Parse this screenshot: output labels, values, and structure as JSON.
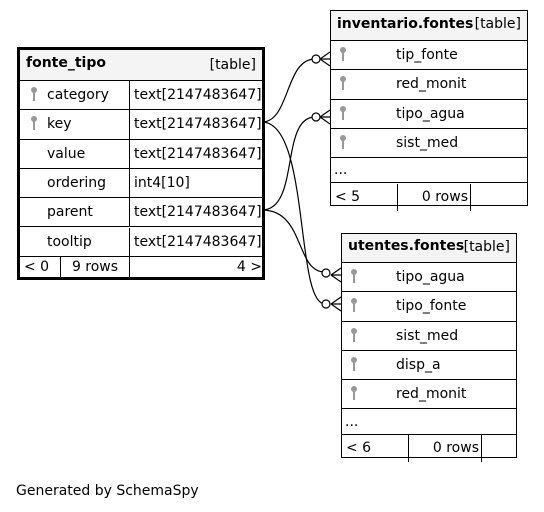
{
  "fonte_tipo": {
    "name": "fonte_tipo",
    "kind": "[table]",
    "columns": [
      {
        "name": "category",
        "type": "text[2147483647]"
      },
      {
        "name": "key",
        "type": "text[2147483647]"
      },
      {
        "name": "value",
        "type": "text[2147483647]"
      },
      {
        "name": "ordering",
        "type": "int4[10]"
      },
      {
        "name": "parent",
        "type": "text[2147483647]"
      },
      {
        "name": "tooltip",
        "type": "text[2147483647]"
      }
    ],
    "footer": {
      "left": "< 0",
      "rows": "9 rows",
      "right": "4 >"
    }
  },
  "inventario": {
    "name": "inventario.fontes",
    "kind": "[table]",
    "columns": [
      "tip_fonte",
      "red_monit",
      "tipo_agua",
      "sist_med"
    ],
    "more": "...",
    "footer": {
      "left": "< 5",
      "rows": "0 rows"
    }
  },
  "utentes": {
    "name": "utentes.fontes",
    "kind": "[table]",
    "columns": [
      "tipo_agua",
      "tipo_fonte",
      "sist_med",
      "disp_a",
      "red_monit"
    ],
    "more": "...",
    "footer": {
      "left": "< 6",
      "rows": "0 rows"
    }
  },
  "generated_by": "Generated by SchemaSpy",
  "colors": {
    "header": "#f4f4f4",
    "key_icon": "#999999"
  }
}
